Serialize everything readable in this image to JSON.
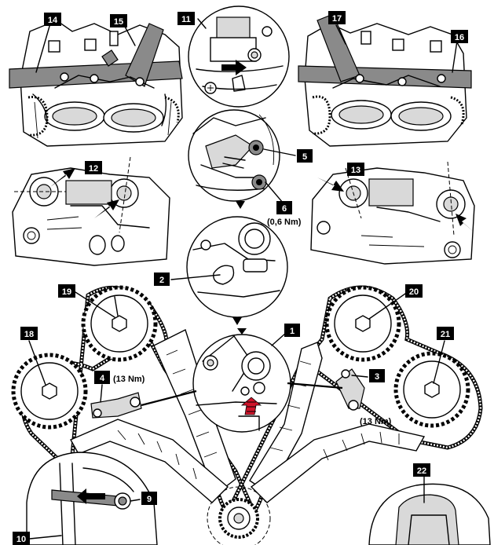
{
  "callouts": {
    "c1": "1",
    "c2": "2",
    "c3": "3",
    "c4": "4",
    "c5": "5",
    "c6": "6",
    "c9": "9",
    "c10": "10",
    "c11": "11",
    "c12": "12",
    "c13": "13",
    "c14": "14",
    "c15": "15",
    "c16": "16",
    "c17": "17",
    "c18": "18",
    "c19": "19",
    "c20": "20",
    "c21": "21",
    "c22": "22"
  },
  "torque_labels": {
    "t6": "(0,6 Nm)",
    "t4": "(13 Nm)",
    "t3": "(13 Nm)"
  },
  "colors": {
    "callout_bg": "#000000",
    "callout_text": "#ffffff",
    "line": "#000000",
    "tool_fill": "#8a8a8a",
    "pointer_arrow": "#d0142a"
  },
  "icons": {
    "arrow": "arrow-icon",
    "sprocket": "sprocket-icon",
    "chain": "chain-icon"
  }
}
